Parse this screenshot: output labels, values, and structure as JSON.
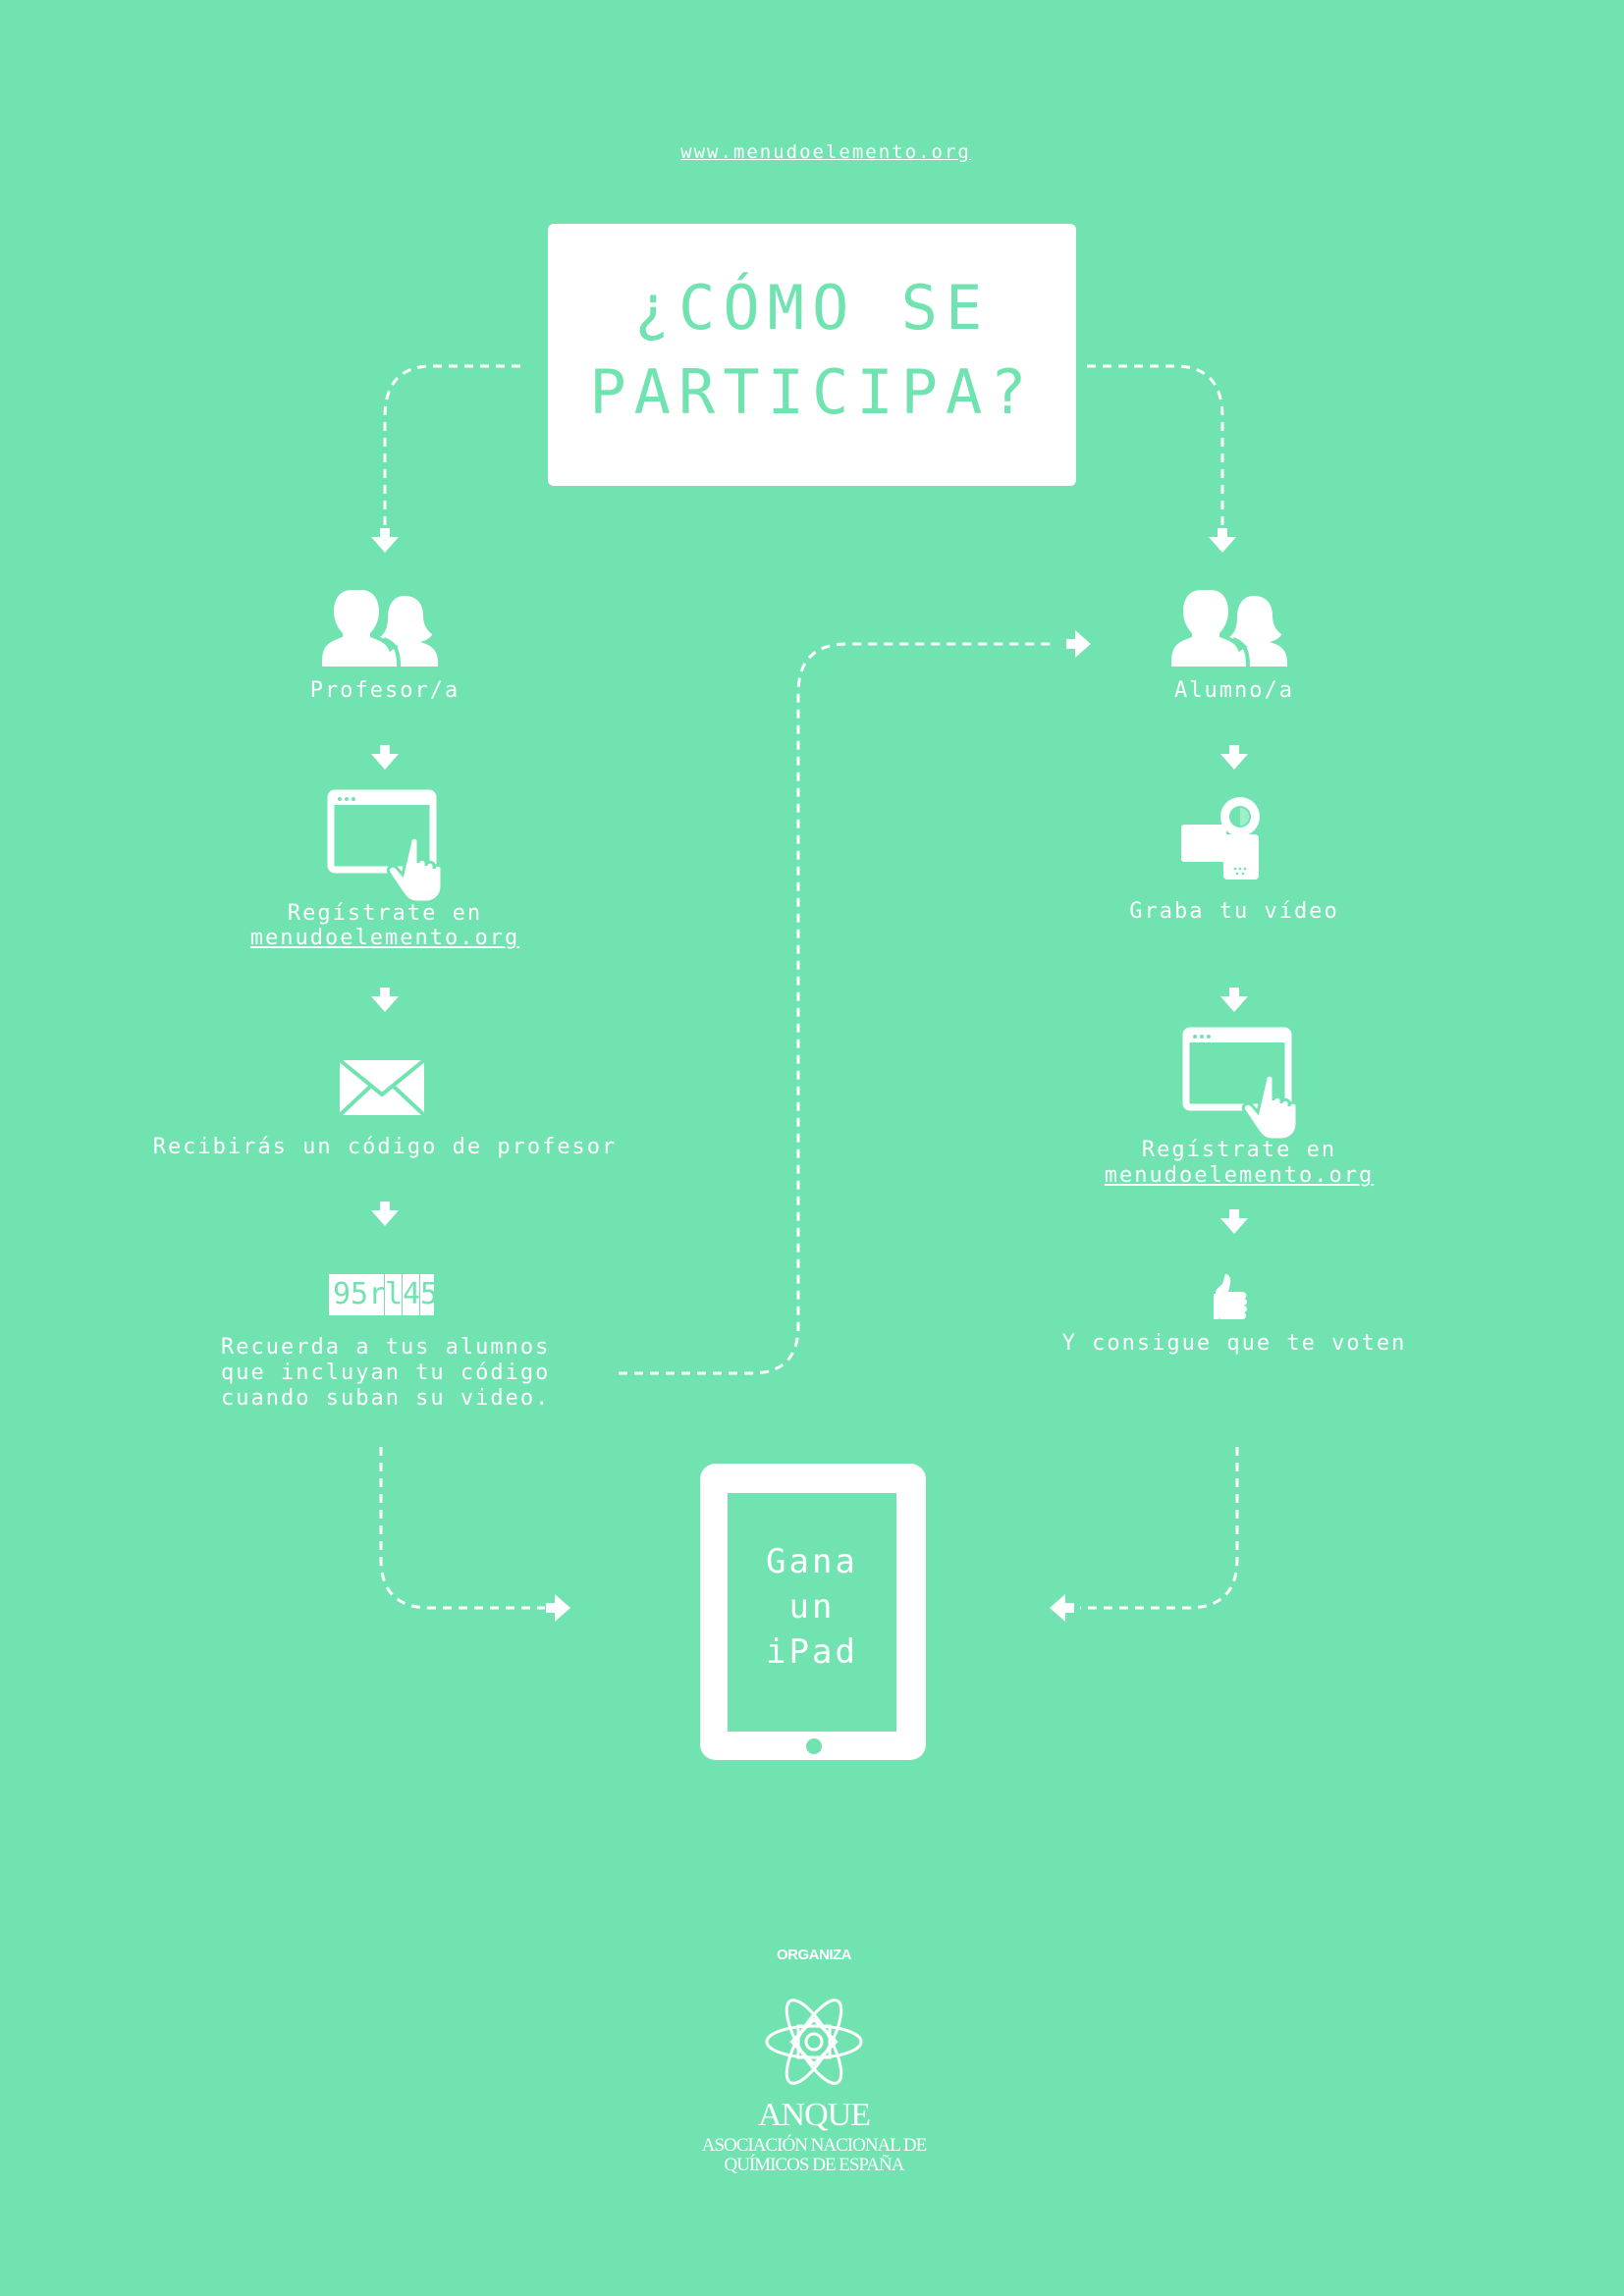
{
  "header": {
    "url": "www.menudoelemento.org"
  },
  "title": {
    "line1": "¿CÓMO SE",
    "line2": "PARTICIPA?"
  },
  "profesor": {
    "label": "Profesor/a",
    "step_register": {
      "line1": "Regístrate en",
      "link": "menudoelemento.org"
    },
    "step_code": "Recibirás un código de profesor",
    "code_sample": {
      "part1": "95r",
      "chars": [
        "l",
        "4",
        "5"
      ]
    },
    "reminder": {
      "line1": "Recuerda a tus alumnos",
      "line2": "que incluyan tu código",
      "line3": "cuando suban su video."
    }
  },
  "alumno": {
    "label": "Alumno/a",
    "step_record": "Graba tu vídeo",
    "step_register": {
      "line1": "Regístrate en",
      "link": "menudoelemento.org"
    },
    "step_vote": "Y consigue que te voten"
  },
  "prize": {
    "line1": "Gana",
    "line2": "un",
    "line3": "iPad"
  },
  "footer": {
    "organiza": "ORGANIZA",
    "logo_name": "ANQUE",
    "logo_line1": "ASOCIACIÓN NACIONAL DE",
    "logo_line2": "QUÍMICOS DE ESPAÑA"
  },
  "colors": {
    "background": "#71e3b0",
    "foreground": "#ffffff"
  }
}
